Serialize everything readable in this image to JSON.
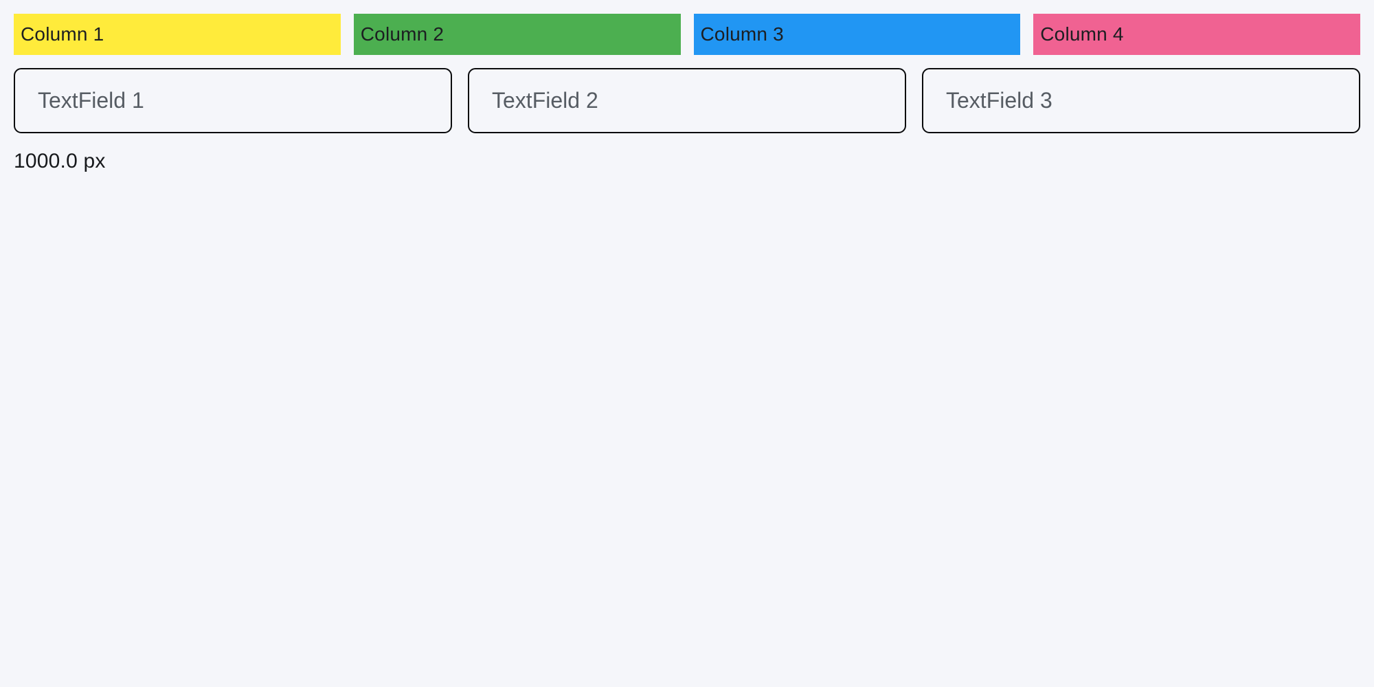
{
  "page": {
    "background": "#F5F6FA",
    "size_label": "1000.0 px"
  },
  "columns": [
    {
      "label": "Column 1",
      "color": "#FFEB3B"
    },
    {
      "label": "Column 2",
      "color": "#4CAF50"
    },
    {
      "label": "Column 3",
      "color": "#2196F3"
    },
    {
      "label": "Column 4",
      "color": "#F06292"
    }
  ],
  "textfields": [
    {
      "placeholder": "TextField 1"
    },
    {
      "placeholder": "TextField 2"
    },
    {
      "placeholder": "TextField 3"
    }
  ]
}
